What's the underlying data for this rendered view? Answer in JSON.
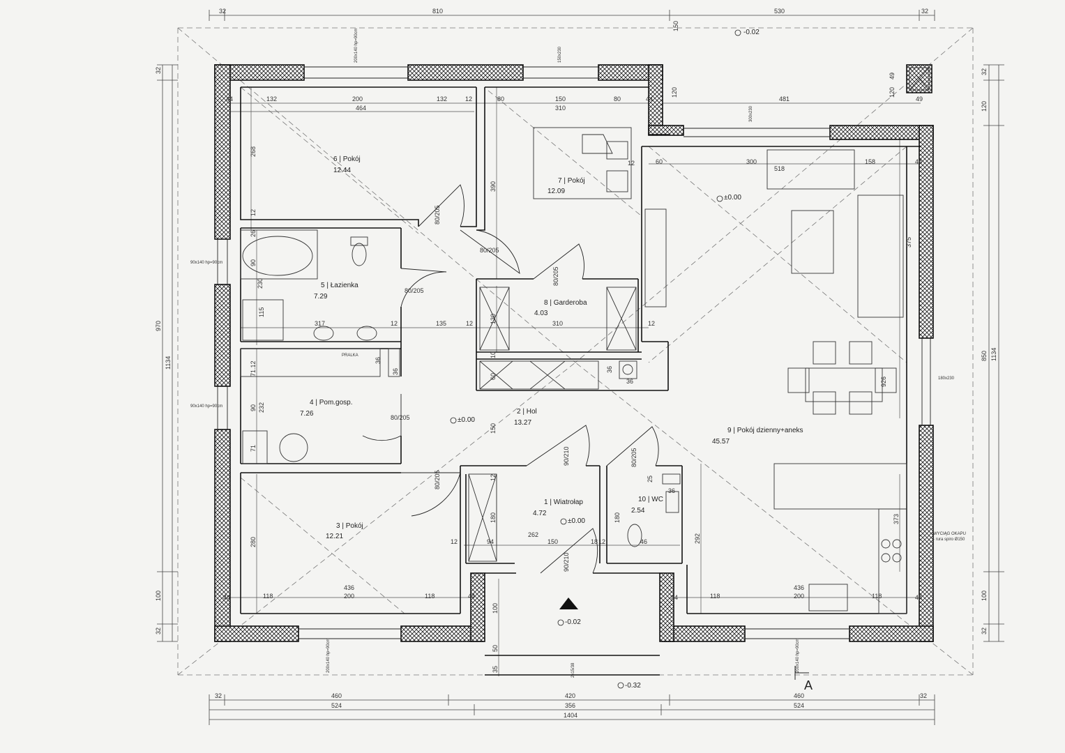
{
  "rooms": [
    {
      "num": "1",
      "name": "Wiatrołap",
      "area": "4.72"
    },
    {
      "num": "2",
      "name": "Hol",
      "area": "13.27"
    },
    {
      "num": "3",
      "name": "Pokój",
      "area": "12.21"
    },
    {
      "num": "4",
      "name": "Pom.gosp.",
      "area": "7.26"
    },
    {
      "num": "5",
      "name": "Łazienka",
      "area": "7.29"
    },
    {
      "num": "6",
      "name": "Pokój",
      "area": "12.44"
    },
    {
      "num": "7",
      "name": "Pokój",
      "area": "12.09"
    },
    {
      "num": "8",
      "name": "Garderoba",
      "area": "4.03"
    },
    {
      "num": "9",
      "name": "Pokój dzienny+aneks",
      "area": "45.57"
    },
    {
      "num": "10",
      "name": "WC",
      "area": "2.54"
    }
  ],
  "levels": {
    "top": "-0.02",
    "living": "±0.00",
    "hall": "±0.00",
    "vestibule": "±0.00",
    "entrance": "-0.02",
    "bottom": "-0.32"
  },
  "dims": {
    "top_left_32": "32",
    "top_810": "810",
    "top_530": "530",
    "top_right_32": "32",
    "top_150": "150",
    "bottom_left_32": "32",
    "b_460a": "460",
    "b_420": "420",
    "b_460b": "460",
    "bottom_right_32": "32",
    "b_524a": "524",
    "b_356": "356",
    "b_524b": "524",
    "b_1404": "1404",
    "l_32a": "32",
    "l_970": "970",
    "l_1134": "1134",
    "l_100": "100",
    "l_32b": "32",
    "r_32a": "32",
    "r_120": "120",
    "r_850": "850",
    "r_1134": "1134",
    "r_100": "100",
    "r_32b": "32",
    "i_44a": "44",
    "i_132a": "132",
    "i_200a": "200",
    "i_464": "464",
    "i_132b": "132",
    "i_12a": "12",
    "i_80a": "80",
    "i_150": "150",
    "i_310a": "310",
    "i_80b": "80",
    "i_44b": "44",
    "i_481": "481",
    "i_120": "120",
    "i_49a": "49",
    "i_49b": "49",
    "i_12b": "12",
    "i_60": "60",
    "i_300": "300",
    "i_518": "518",
    "i_158": "158",
    "i_44c": "44",
    "i_268": "268",
    "i_12c": "12",
    "i_390": "390",
    "i_375": "375",
    "i_26": "26",
    "i_90a": "90",
    "i_230": "230",
    "i_115": "115",
    "i_317": "317",
    "i_12d": "12",
    "i_135": "135",
    "i_12e": "12",
    "i_130": "130",
    "i_310b": "310",
    "i_12f": "12",
    "i_7112": "71.12",
    "i_36a": "36",
    "i_36b": "36",
    "i_36c": "36",
    "i_36d": "36",
    "i_60b": "60",
    "i_10": "10",
    "i_90b": "90",
    "i_232": "232",
    "i_71": "71",
    "i_150b": "150",
    "i_926": "926",
    "i_280": "280",
    "i_180a": "180",
    "i_180b": "180",
    "i_292": "292",
    "i_373": "373",
    "i_12g": "12",
    "i_94": "94",
    "i_262": "262",
    "i_150c": "150",
    "i_18": "18",
    "i_12h": "12",
    "i_46": "46",
    "i_12i": "12",
    "i_25": "25",
    "i_36e": "36",
    "i_436a": "436",
    "i_44d": "44",
    "i_118a": "118",
    "i_200b": "200",
    "i_118b": "118",
    "i_44e": "44",
    "i_436b": "436",
    "i_44f": "44",
    "i_118c": "118",
    "i_200c": "200",
    "i_118d": "118",
    "i_44g": "44",
    "i_100": "100",
    "i_50": "50",
    "i_35": "35",
    "i_2x15": "2x15/38"
  },
  "doors": {
    "d1": "80/205",
    "d2": "80/205",
    "d3": "80/205",
    "d4": "80/205",
    "d5": "80/205",
    "d6": "80/205",
    "d7": "90/210",
    "d8": "90/210",
    "d9": "80/205"
  },
  "windows": {
    "w_top1": "200x140 hp=90cm",
    "w_top2": "150x230",
    "w_left1": "90x140 hp=90cm",
    "w_left2": "90x140 hp=90cm",
    "w_right": "180x230",
    "w_b1": "200x140 hp=90cm",
    "w_b2": "200x140 hp=90cm",
    "w_living": "300x230"
  },
  "labels": {
    "pralka": "PRALKA",
    "hood1": "WYCIĄG OKAPU",
    "hood2": "- rura spiro Ø150",
    "section": "A"
  }
}
